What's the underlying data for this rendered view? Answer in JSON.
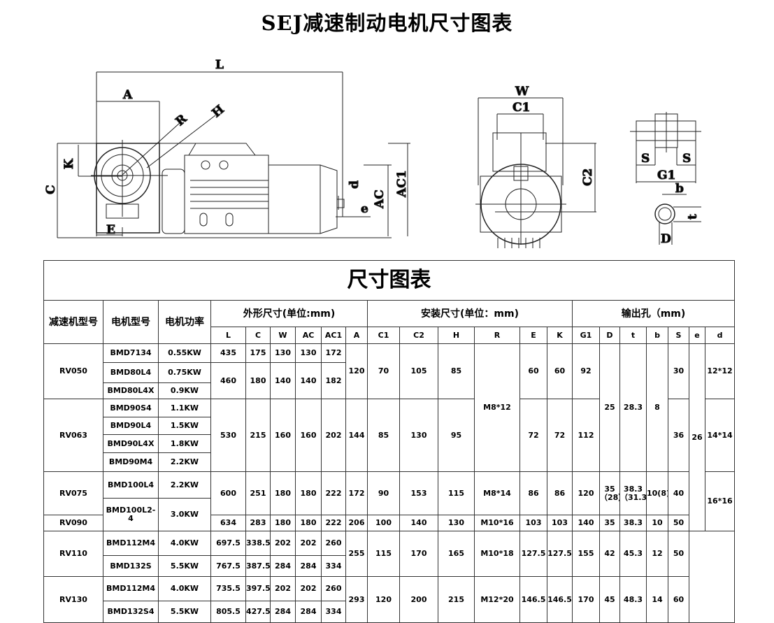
{
  "title": "SEJ减速制动电机尺寸图表",
  "drawing_labels": {
    "side": [
      "L",
      "A",
      "R",
      "H",
      "K",
      "C",
      "E",
      "d",
      "e",
      "AC",
      "AC1"
    ],
    "front": [
      "W",
      "C1",
      "C2"
    ],
    "shaft": [
      "S",
      "S",
      "G1",
      "b",
      "t",
      "D"
    ]
  },
  "table": {
    "title": "尺寸图表",
    "group_headers": [
      "减速机型号",
      "电机型号",
      "电机功率",
      "外形尺寸(单位:mm)",
      "安装尺寸(单位：mm)",
      "输出孔（mm)"
    ],
    "column_headers": [
      "L",
      "C",
      "W",
      "AC",
      "AC1",
      "A",
      "C1",
      "C2",
      "H",
      "R",
      "E",
      "K",
      "G1",
      "D",
      "t",
      "b",
      "S",
      "e",
      "d"
    ],
    "rows": [
      [
        "RV050",
        "BMD7134",
        "0.55KW",
        "435",
        "175",
        "130",
        "130",
        "172",
        "120",
        "70",
        "105",
        "85",
        "M8*12",
        "60",
        "60",
        "92",
        "25",
        "28.3",
        "8",
        "30",
        "26",
        "12*12"
      ],
      [
        "BMD80L4",
        "0.75KW",
        "460",
        "180",
        "140",
        "140",
        "182"
      ],
      [
        "BMD80L4X",
        "0.9KW"
      ],
      [
        "RV063",
        "BMD90S4",
        "1.1KW",
        "530",
        "215",
        "160",
        "160",
        "202",
        "144",
        "85",
        "130",
        "95",
        "72",
        "72",
        "112",
        "36",
        "14*14"
      ],
      [
        "BMD90L4",
        "1.5KW"
      ],
      [
        "BMD90L4X",
        "1.8KW"
      ],
      [
        "BMD90M4",
        "2.2KW"
      ],
      [
        "RV075",
        "BMD100L4",
        "2.2KW",
        "600",
        "251",
        "180",
        "180",
        "222",
        "172",
        "90",
        "153",
        "115",
        "M8*14",
        "86",
        "86",
        "120",
        "35（28）",
        "38.3（31.3）",
        "10(8)",
        "40",
        "16*16"
      ],
      [
        "BMD100L2-4",
        "3.0KW"
      ],
      [
        "RV090",
        "634",
        "283",
        "180",
        "180",
        "222",
        "206",
        "100",
        "140",
        "130",
        "M10*16",
        "103",
        "103",
        "140",
        "35",
        "38.3",
        "10",
        "50"
      ],
      [
        "RV110",
        "BMD112M4",
        "4.0KW",
        "697.5",
        "338.5",
        "202",
        "202",
        "260",
        "255",
        "115",
        "170",
        "165",
        "M10*18",
        "127.5",
        "127.5",
        "155",
        "42",
        "45.3",
        "12",
        "50"
      ],
      [
        "BMD132S",
        "5.5KW",
        "767.5",
        "387.5",
        "284",
        "284",
        "334"
      ],
      [
        "RV130",
        "BMD112M4",
        "4.0KW",
        "735.5",
        "397.5",
        "202",
        "202",
        "260",
        "293",
        "120",
        "200",
        "215",
        "M12*20",
        "146.5",
        "146.5",
        "170",
        "45",
        "48.3",
        "14",
        "60"
      ],
      [
        "BMD132S4",
        "5.5KW",
        "805.5",
        "427.5",
        "284",
        "284",
        "334"
      ]
    ]
  }
}
